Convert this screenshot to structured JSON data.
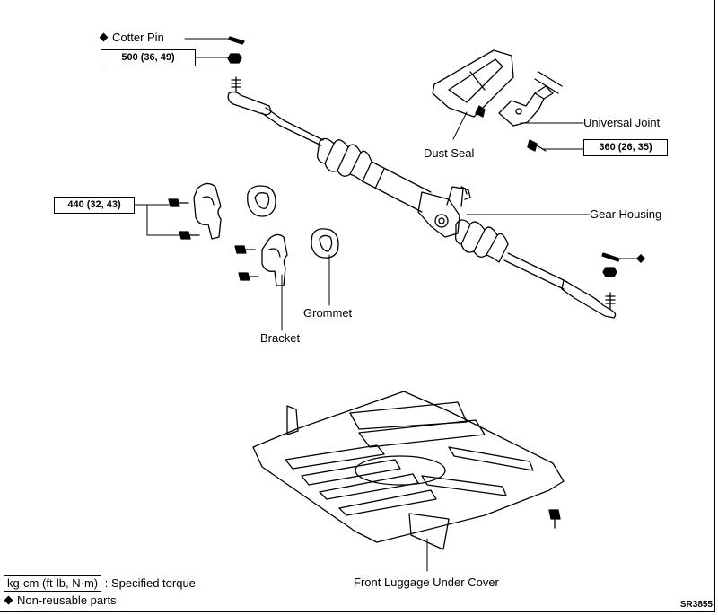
{
  "labels": {
    "cotter_pin": "Cotter Pin",
    "universal_joint": "Universal Joint",
    "dust_seal": "Dust Seal",
    "gear_housing": "Gear Housing",
    "grommet": "Grommet",
    "bracket": "Bracket",
    "front_luggage_under_cover": "Front Luggage Under Cover"
  },
  "torques": {
    "tie_rod_end_nut": "500 (36, 49)",
    "universal_joint_bolt": "360 (26, 35)",
    "bracket_bolts": "440 (32, 43)"
  },
  "legend": {
    "torque_unit": "kg-cm (ft-lb, N·m)",
    "torque_desc": ": Specified torque",
    "nonreusable_desc": "Non-reusable parts"
  },
  "figure_code": "SR3855"
}
